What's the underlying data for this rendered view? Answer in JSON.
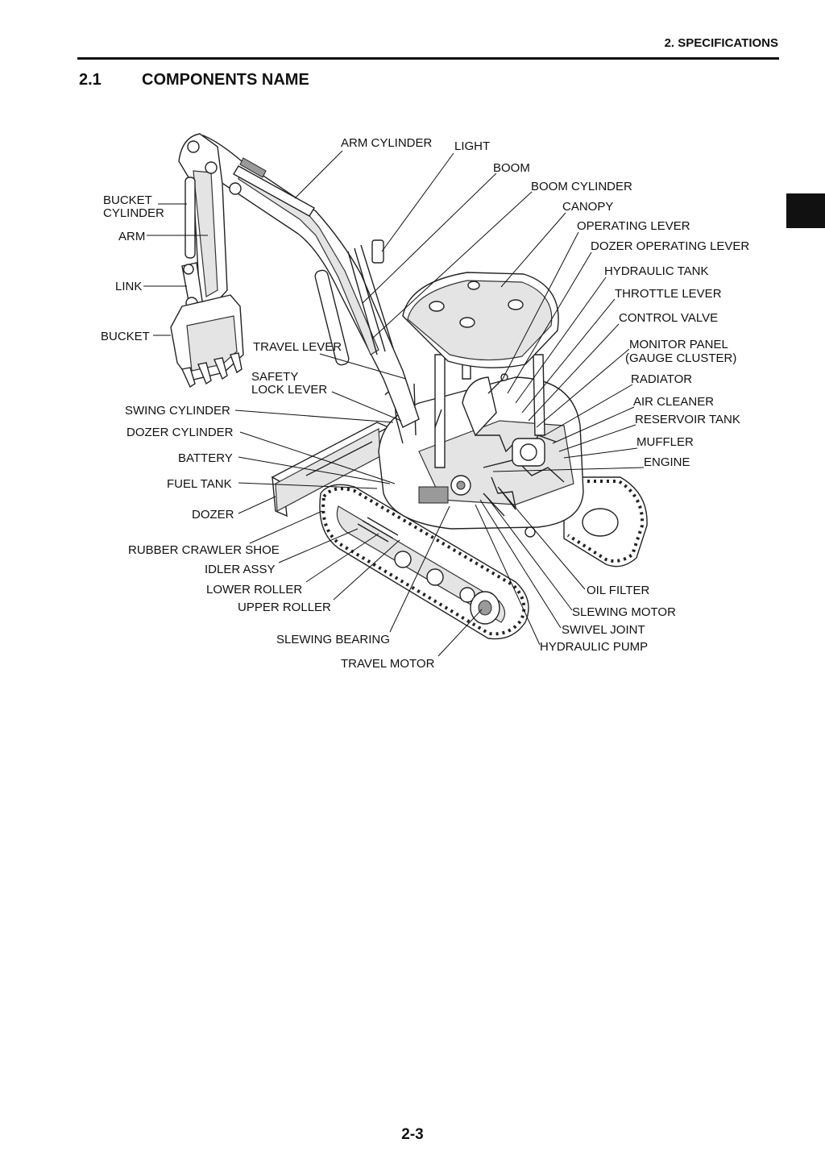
{
  "header": {
    "section": "2. SPECIFICATIONS"
  },
  "section": {
    "number": "2.1",
    "title": "COMPONENTS NAME"
  },
  "labels": {
    "arm_cylinder": "ARM CYLINDER",
    "light": "LIGHT",
    "boom": "BOOM",
    "boom_cylinder": "BOOM CYLINDER",
    "canopy": "CANOPY",
    "operating_lever": "OPERATING LEVER",
    "dozer_operating_lever": "DOZER OPERATING LEVER",
    "hydraulic_tank": "HYDRAULIC TANK",
    "throttle_lever": "THROTTLE LEVER",
    "control_valve": "CONTROL VALVE",
    "monitor_panel_1": "MONITOR PANEL",
    "monitor_panel_2": "(GAUGE CLUSTER)",
    "radiator": "RADIATOR",
    "air_cleaner": "AIR CLEANER",
    "reservoir_tank": "RESERVOIR TANK",
    "muffler": "MUFFLER",
    "engine": "ENGINE",
    "bucket_cylinder_1": "BUCKET",
    "bucket_cylinder_2": "CYLINDER",
    "arm": "ARM",
    "link": "LINK",
    "bucket": "BUCKET",
    "travel_lever": "TRAVEL LEVER",
    "safety_lock_lever_1": "SAFETY",
    "safety_lock_lever_2": "LOCK LEVER",
    "swing_cylinder": "SWING CYLINDER",
    "dozer_cylinder": "DOZER CYLINDER",
    "battery": "BATTERY",
    "fuel_tank": "FUEL TANK",
    "dozer": "DOZER",
    "rubber_crawler_shoe": "RUBBER CRAWLER SHOE",
    "idler_assy": "IDLER ASSY",
    "lower_roller": "LOWER ROLLER",
    "upper_roller": "UPPER ROLLER",
    "slewing_bearing": "SLEWING BEARING",
    "travel_motor": "TRAVEL MOTOR",
    "oil_filter": "OIL FILTER",
    "slewing_motor": "SLEWING MOTOR",
    "swivel_joint": "SWIVEL JOINT",
    "hydraulic_pump": "HYDRAULIC PUMP"
  },
  "footer": {
    "page_number": "2-3"
  }
}
